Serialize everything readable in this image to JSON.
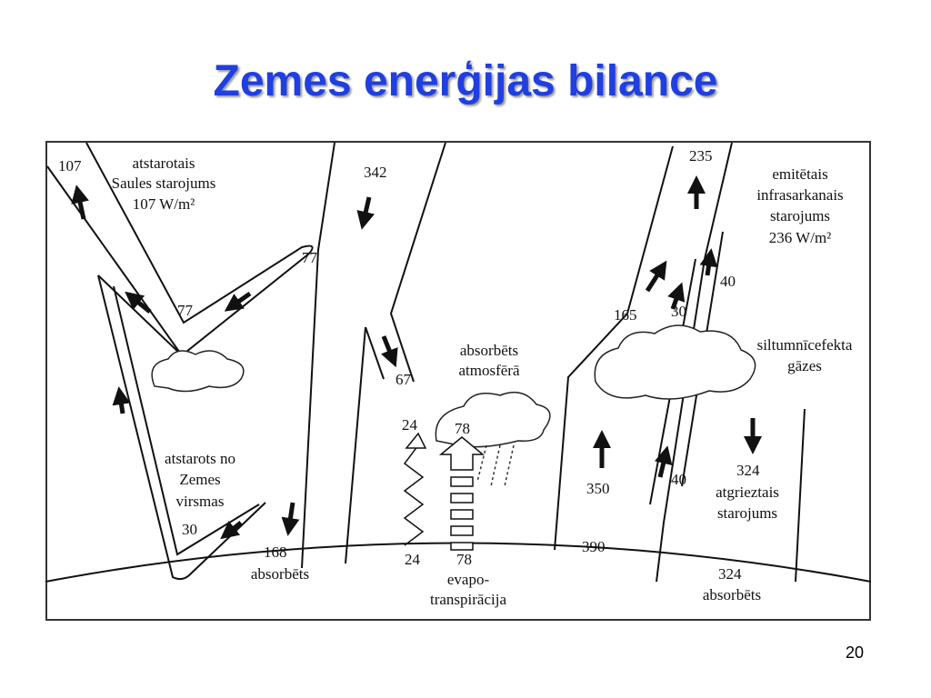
{
  "slide": {
    "title": "Zemes enerģijas bilance",
    "page_number": "20"
  },
  "diagram": {
    "labels": {
      "reflected_solar": [
        "atstarotais",
        "Saules starojums",
        "107 W/m²"
      ],
      "incoming_value": "342",
      "reflected_value": "107",
      "cloud_reflect_77a": "77",
      "cloud_reflect_77b": "77",
      "atmos_absorb_67": "67",
      "absorbed_atmos": [
        "absorbēts",
        "atmosfērā"
      ],
      "thermal_24_top": "24",
      "latent_78_top": "78",
      "surface_reflect": [
        "atstarots no",
        "Zemes",
        "virsmas"
      ],
      "surface_reflect_value": "30",
      "surface_absorbed_value": "168",
      "surface_absorbed_label": "absorbēts",
      "thermal_24_bottom": "24",
      "latent_78_bottom": "78",
      "evapo": [
        "evapo-",
        "transpirācija"
      ],
      "emitted_ir": [
        "emitētais",
        "infrasarkanais",
        "starojums",
        "236 W/m²"
      ],
      "outgoing_value": "235",
      "value_40_top": "40",
      "value_30_right": "30",
      "value_165": "165",
      "greenhouse": [
        "siltumnīcefekta",
        "gāzes"
      ],
      "value_350": "350",
      "value_40_bottom": "40",
      "value_390": "390",
      "back_value": "324",
      "back_label": [
        "atgrieztais",
        "starojums"
      ],
      "back_absorbed_value": "324",
      "back_absorbed_label": "absorbēts"
    }
  }
}
